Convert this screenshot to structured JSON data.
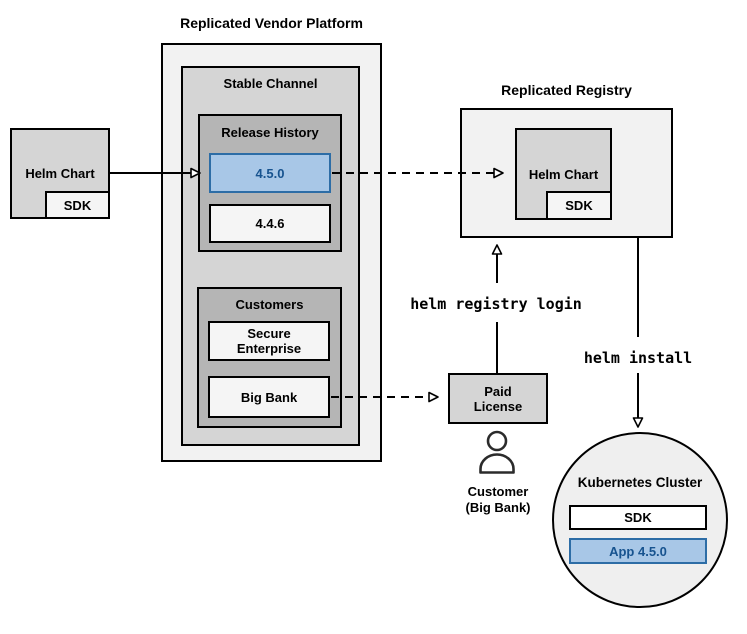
{
  "colors": {
    "highlight_fill": "#a8c7e7",
    "highlight_border": "#2d6da6",
    "highlight_text": "#17538f"
  },
  "vendor_platform": {
    "title": "Replicated Vendor Platform",
    "stable_channel": {
      "title": "Stable Channel",
      "release_history": {
        "title": "Release History",
        "releases": [
          {
            "version": "4.5.0",
            "highlighted": true
          },
          {
            "version": "4.4.6",
            "highlighted": false
          }
        ]
      },
      "customers": {
        "title": "Customers",
        "items": [
          {
            "name": "Secure Enterprise"
          },
          {
            "name": "Big Bank"
          }
        ]
      }
    }
  },
  "helm_chart_source": {
    "label": "Helm Chart",
    "sdk": "SDK"
  },
  "registry": {
    "title": "Replicated Registry",
    "helm_chart": {
      "label": "Helm Chart",
      "sdk": "SDK"
    }
  },
  "paid_license": {
    "label": "Paid License"
  },
  "customer": {
    "line1": "Customer",
    "line2": "(Big Bank)"
  },
  "commands": {
    "registry_login": "helm registry login",
    "install": "helm install"
  },
  "kubernetes_cluster": {
    "title": "Kubernetes Cluster",
    "sdk": "SDK",
    "app": "App 4.5.0"
  }
}
